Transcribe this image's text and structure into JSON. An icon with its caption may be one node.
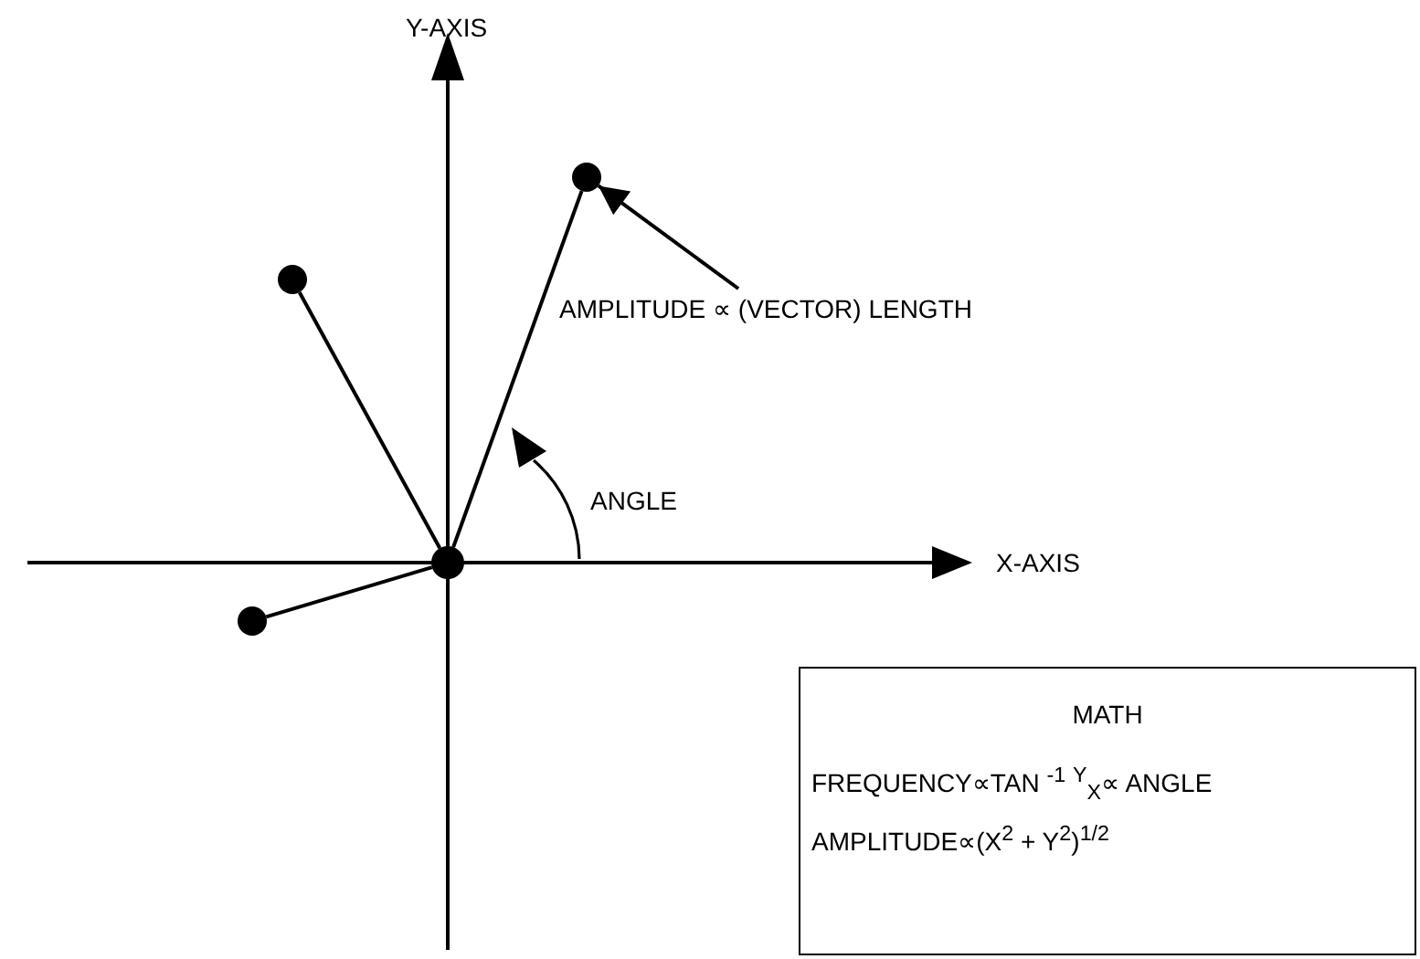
{
  "diagram": {
    "nodes": [
      {
        "text": [],
        "shape": "circle"
      },
      {
        "text": [],
        "shape": "circle"
      },
      {
        "text": [],
        "shape": "circle"
      },
      {
        "text": [],
        "shape": "circle"
      },
      {
        "text": [
          "AMPLITUDE ∝ (VECTOR) LENGTH"
        ]
      },
      {
        "text": [
          "MATH",
          "FREQUENCY∝TAN $^{-1}$ $^{Y}$$_{X}$∝ ANGLE",
          "AMPLITUDE∝(X$^{2}$ + Y$^{2}$)$^{1/2}$"
        ]
      }
    ],
    "edges": [
      {
        "from": 2,
        "to": 0,
        "arrow": "none"
      },
      {
        "from": 2,
        "to": 1,
        "arrow": "none"
      },
      {
        "from": 2,
        "to": 3,
        "arrow": "none"
      },
      {
        "from": 4,
        "to": 0,
        "arrow": "to"
      }
    ],
    "labels": [
      "Y-AXIS",
      "ANGLE",
      "X-AXIS"
    ]
  }
}
